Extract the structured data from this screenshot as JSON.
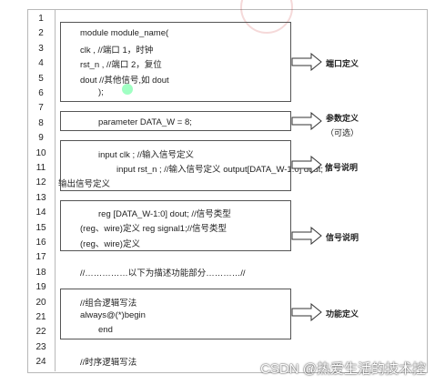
{
  "lines": [
    {
      "n": "1",
      "text": ""
    },
    {
      "n": "2",
      "text": "module  module_name("
    },
    {
      "n": "3",
      "text": "clk        ,        //端口 1，时钟"
    },
    {
      "n": "4",
      "text": "rst_n     ,        //端口 2，复位"
    },
    {
      "n": "5",
      "text": "dout               //其他信号,如 dout"
    },
    {
      "n": "6",
      "text": ");"
    },
    {
      "n": "7",
      "text": ""
    },
    {
      "n": "8",
      "text": "parameter    DATA_W  =  8;"
    },
    {
      "n": "9",
      "text": ""
    },
    {
      "n": "10",
      "text": "input      clk         ;         //输入信号定义"
    },
    {
      "n": "11",
      "text": "input      rst_n    ;         //输入信号定义 output[DATA_W-1:0]      dout;  //"
    },
    {
      "n": "12",
      "text": "输出信号定义"
    },
    {
      "n": "13",
      "text": ""
    },
    {
      "n": "14",
      "text": "reg      [DATA_W-1:0]  dout;  //信号类型"
    },
    {
      "n": "15",
      "text": "(reg、wire)定义        reg          signal1;//信号类型"
    },
    {
      "n": "16",
      "text": "(reg、wire)定义"
    },
    {
      "n": "17",
      "text": ""
    },
    {
      "n": "18",
      "text": "//……………以下为描述功能部分…………//"
    },
    {
      "n": "19",
      "text": ""
    },
    {
      "n": "20",
      "text": "//组合逻辑写法"
    },
    {
      "n": "21",
      "text": "always@(*)begin"
    },
    {
      "n": "22",
      "text": "end"
    },
    {
      "n": "23",
      "text": ""
    },
    {
      "n": "24",
      "text": "//时序逻辑写法"
    }
  ],
  "annotations": {
    "port": "端口定义",
    "param": "参数定义",
    "param_note": "（可选）",
    "signal": "信号说明",
    "signal2": "信号说明",
    "func": "功能定义"
  },
  "watermark": "CSDN @热爱生活的技术控"
}
